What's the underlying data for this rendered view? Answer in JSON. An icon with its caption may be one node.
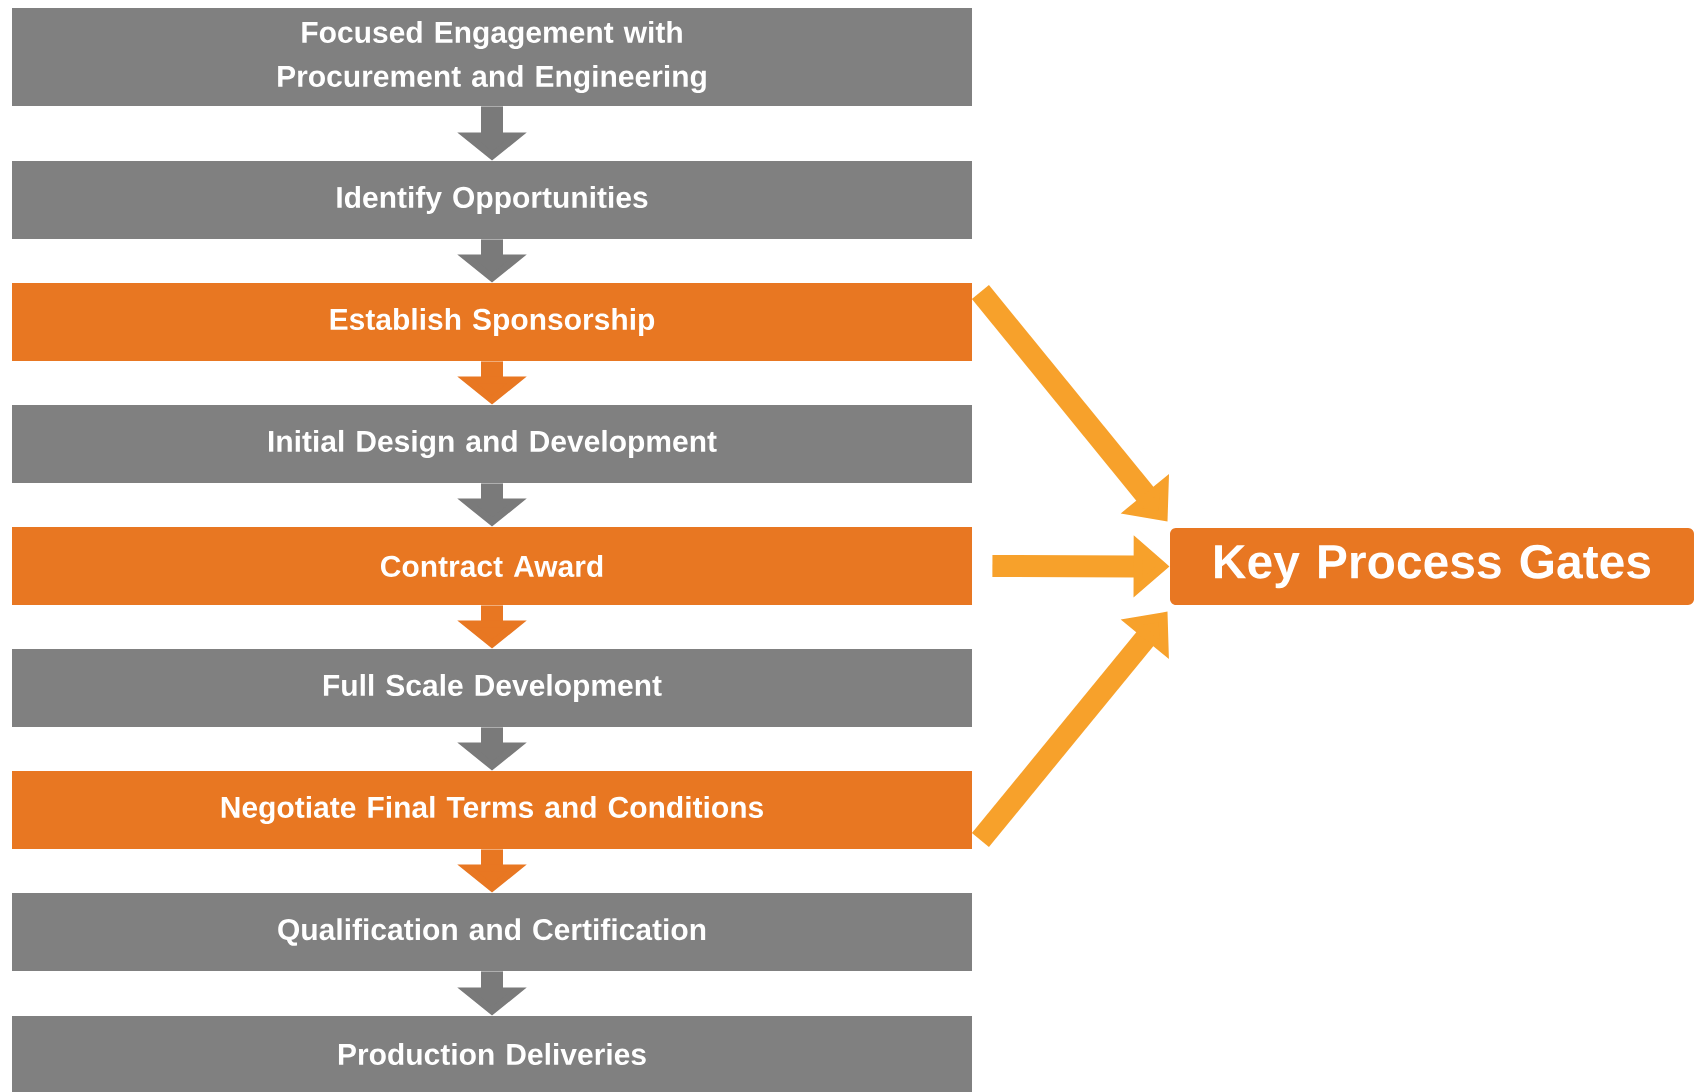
{
  "diagram": {
    "nodes": [
      {
        "text": [
          "Focused Engagement with Procurement and Engineering"
        ]
      },
      {
        "text": [
          "Identify Opportunities"
        ]
      },
      {
        "text": [
          "Establish Sponsorship"
        ]
      },
      {
        "text": [
          "Initial Design and Development"
        ]
      },
      {
        "text": [
          "Contract Award"
        ]
      },
      {
        "text": [
          "Full Scale Development"
        ]
      },
      {
        "text": [
          "Negotiate Final Terms and Conditions"
        ]
      },
      {
        "text": [
          "Qualification and Certification"
        ]
      },
      {
        "text": [
          "Production Deliveries"
        ]
      },
      {
        "text": [
          "Key Process Gates"
        ]
      }
    ],
    "edges": [
      {
        "from": 0,
        "to": 1,
        "arrow": "to"
      },
      {
        "from": 1,
        "to": 2,
        "arrow": "to"
      },
      {
        "from": 2,
        "to": 3,
        "arrow": "to",
        "color": "#e87722"
      },
      {
        "from": 3,
        "to": 4,
        "arrow": "to"
      },
      {
        "from": 4,
        "to": 5,
        "arrow": "to",
        "color": "#e87722"
      },
      {
        "from": 5,
        "to": 6,
        "arrow": "to"
      },
      {
        "from": 6,
        "to": 7,
        "arrow": "to",
        "color": "#e87722"
      },
      {
        "from": 7,
        "to": 8,
        "arrow": "to"
      },
      {
        "from": 2,
        "to": 9,
        "arrow": "to",
        "color": "#f7a12b"
      },
      {
        "from": 4,
        "to": 9,
        "arrow": "to",
        "color": "#f7a12b"
      },
      {
        "from": 6,
        "to": 9,
        "arrow": "to",
        "color": "#f7a12b"
      }
    ]
  }
}
